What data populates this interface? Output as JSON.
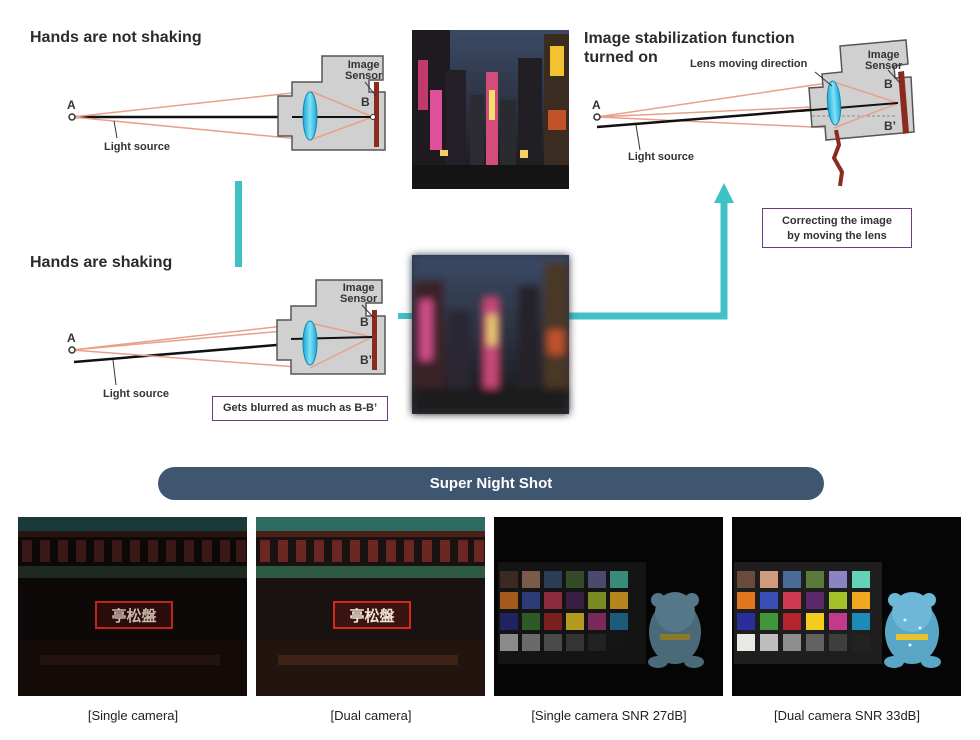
{
  "diagram": {
    "no_shake": {
      "heading": "Hands are not shaking",
      "point_a": "A",
      "point_b": "B",
      "sensor_label_1": "Image",
      "sensor_label_2": "Sensor",
      "light_source": "Light source"
    },
    "shake": {
      "heading": "Hands are shaking",
      "point_a": "A",
      "point_b": "B",
      "point_b2": "B’",
      "sensor_label_1": "Image",
      "sensor_label_2": "Sensor",
      "light_source": "Light source",
      "note": "Gets blurred as much as B-B’"
    },
    "stabilized": {
      "heading_line1": "Image stabilization function",
      "heading_line2": "turned on",
      "lens_direction": "Lens moving direction",
      "point_a": "A",
      "point_b": "B",
      "point_b2": "B’",
      "sensor_label_1": "Image",
      "sensor_label_2": "Sensor",
      "light_source": "Light source",
      "note_line1": "Correcting the image",
      "note_line2": "by moving the lens"
    }
  },
  "banner": "Super Night Shot",
  "captions": [
    "[Single camera]",
    "[Dual camera]",
    "[Single camera SNR 27dB]",
    "[Dual camera SNR 33dB]"
  ],
  "colors": {
    "arrow": "#3fc1c6",
    "banner": "#3f5670",
    "note_border": "#6a3d86",
    "ray": "#e8a08a",
    "sensor": "#8b2a1f",
    "lens": "#39c9ea",
    "camera_body": "#d0d0d0"
  }
}
